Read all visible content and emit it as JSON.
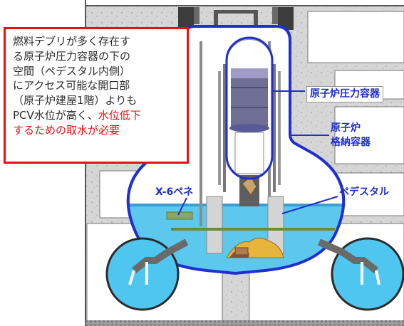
{
  "labels": {
    "rpv": "原子炉圧力容器",
    "pcv_line1": "原子炉",
    "pcv_line2": "格納容器",
    "x6": "X-6ペネ",
    "pedestal": "ペデスタル"
  },
  "callout": {
    "lines": [
      "燃料デブリが多く存在す",
      "る原子炉圧力容器の下の",
      "空間（ペデスタル内側）",
      "にアクセス可能な開口部",
      "（原子炉建屋1階）よりも"
    ],
    "line6_normal": "PCV水位が高く、",
    "line6_red": "水位低下",
    "line7_red": "するための取水が必要"
  },
  "colors": {
    "concrete": "#d6d6d6",
    "water": "#5dc8ee",
    "vessel_outline": "#1f2fd0",
    "callout_border": "#e51010",
    "callout_red_text": "#e51010",
    "label_blue": "#1f2fd0",
    "torus": "#4ec6ef",
    "debris": "#e7b43c"
  }
}
